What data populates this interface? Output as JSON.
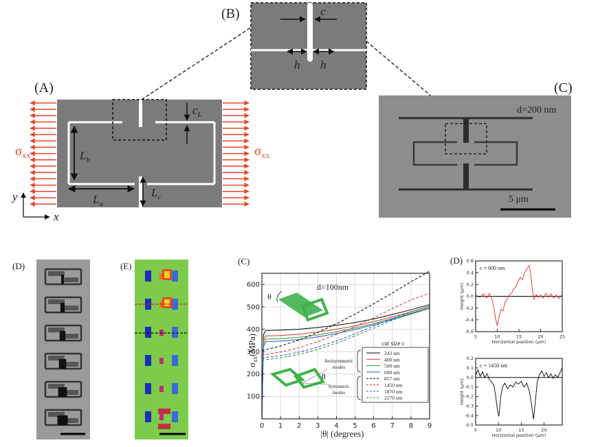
{
  "panels": {
    "a": {
      "label": "(A)",
      "sigma": "σ",
      "sigma_sub": "xx",
      "axis_y": "y",
      "axis_x": "x",
      "dims": [
        {
          "main": "L",
          "sub": "b"
        },
        {
          "main": "L",
          "sub": "a"
        },
        {
          "main": "L",
          "sub": "c"
        },
        {
          "main": "c",
          "sub": "L"
        }
      ]
    },
    "b": {
      "label": "(B)",
      "c": "c",
      "h": "h"
    },
    "c_top": {
      "label": "(C)",
      "thickness": "d=200 nm",
      "scale": "5 μm"
    },
    "d_left": {
      "label": "(D)"
    },
    "e": {
      "label": "(E)"
    },
    "c_plot": {
      "label": "(C)"
    },
    "d_right": {
      "label": "(D)"
    }
  },
  "colors": {
    "sample": "#7b7b7b",
    "arrow": "#e8462a",
    "green": "#3fb34a"
  },
  "chart_data": [
    {
      "type": "line",
      "title": "d=100nm",
      "xlabel": "|θ| (degrees)",
      "ylabel": "σxx(MPa)",
      "ylabel_main": "σ",
      "ylabel_sub": "xx",
      "ylabel_unit": "(MPa)",
      "xlim": [
        0,
        9
      ],
      "ylim": [
        0,
        650
      ],
      "xticks": [
        0,
        1,
        2,
        3,
        4,
        5,
        6,
        7,
        8,
        9
      ],
      "yticks": [
        100,
        200,
        300,
        400,
        500,
        600
      ],
      "legend_title": "cut size c",
      "legend_groups": [
        {
          "label_lines": [
            "Antisymmetric",
            "modes"
          ]
        },
        {
          "label_lines": [
            "Symmetric",
            "modes"
          ]
        }
      ],
      "theta_label": "θ",
      "series": [
        {
          "name": "243 nm",
          "color": "#000000",
          "dash": false,
          "points": [
            [
              0,
              0
            ],
            [
              0.08,
              375
            ],
            [
              0.2,
              394
            ],
            [
              1,
              396
            ],
            [
              2,
              400
            ],
            [
              3,
              408
            ],
            [
              4,
              418
            ],
            [
              5,
              430
            ],
            [
              6,
              446
            ],
            [
              7,
              466
            ],
            [
              8,
              487
            ],
            [
              9,
              510
            ]
          ]
        },
        {
          "name": "400 nm",
          "color": "#e03020",
          "dash": false,
          "points": [
            [
              0,
              0
            ],
            [
              0.08,
              350
            ],
            [
              0.2,
              370
            ],
            [
              1,
              372
            ],
            [
              2,
              378
            ],
            [
              3,
              388
            ],
            [
              4,
              400
            ],
            [
              5,
              415
            ],
            [
              6,
              434
            ],
            [
              7,
              455
            ],
            [
              8,
              478
            ],
            [
              9,
              503
            ]
          ]
        },
        {
          "name": "500 nm",
          "color": "#2a9a2a",
          "dash": false,
          "points": [
            [
              0,
              0
            ],
            [
              0.08,
              335
            ],
            [
              0.2,
              356
            ],
            [
              1,
              358
            ],
            [
              2,
              364
            ],
            [
              3,
              375
            ],
            [
              4,
              389
            ],
            [
              5,
              406
            ],
            [
              6,
              426
            ],
            [
              7,
              448
            ],
            [
              8,
              472
            ],
            [
              9,
              497
            ]
          ]
        },
        {
          "name": "600 nm",
          "color": "#2050c8",
          "dash": false,
          "points": [
            [
              0,
              0
            ],
            [
              0.08,
              322
            ],
            [
              0.2,
              344
            ],
            [
              1,
              347
            ],
            [
              2,
              354
            ],
            [
              3,
              366
            ],
            [
              4,
              381
            ],
            [
              5,
              399
            ],
            [
              6,
              420
            ],
            [
              7,
              443
            ],
            [
              8,
              468
            ],
            [
              9,
              493
            ]
          ]
        },
        {
          "name": "857 nm",
          "color": "#000000",
          "dash": true,
          "points": [
            [
              0,
              305
            ],
            [
              1,
              325
            ],
            [
              2,
              352
            ],
            [
              3,
              386
            ],
            [
              4,
              425
            ],
            [
              5,
              468
            ],
            [
              6,
              514
            ],
            [
              7,
              562
            ],
            [
              8,
              612
            ],
            [
              9,
              660
            ]
          ]
        },
        {
          "name": "1450 nm",
          "color": "#e03020",
          "dash": true,
          "points": [
            [
              0,
              285
            ],
            [
              1,
              298
            ],
            [
              2,
              318
            ],
            [
              3,
              345
            ],
            [
              4,
              377
            ],
            [
              5,
              412
            ],
            [
              6,
              451
            ],
            [
              7,
              492
            ],
            [
              8,
              532
            ],
            [
              9,
              560
            ]
          ]
        },
        {
          "name": "1870 nm",
          "color": "#2050c8",
          "dash": true,
          "points": [
            [
              0,
              272
            ],
            [
              1,
              282
            ],
            [
              2,
              298
            ],
            [
              3,
              320
            ],
            [
              4,
              348
            ],
            [
              5,
              380
            ],
            [
              6,
              414
            ],
            [
              7,
              448
            ],
            [
              8,
              478
            ],
            [
              9,
              503
            ]
          ]
        },
        {
          "name": "2270 nm",
          "color": "#2a9a2a",
          "dash": true,
          "points": [
            [
              0,
              262
            ],
            [
              1,
              272
            ],
            [
              2,
              288
            ],
            [
              3,
              310
            ],
            [
              4,
              338
            ],
            [
              5,
              370
            ],
            [
              6,
              405
            ],
            [
              7,
              440
            ],
            [
              8,
              470
            ],
            [
              9,
              493
            ]
          ]
        }
      ]
    },
    {
      "type": "line",
      "title": "c = 600 nm",
      "xlabel": "Horizontal position (μm)",
      "ylabel": "Height (μm)",
      "xlim": [
        5,
        25
      ],
      "ylim": [
        -0.6,
        0.6
      ],
      "xticks": [
        5,
        10,
        15,
        20,
        25
      ],
      "yticks": [
        -0.6,
        -0.4,
        -0.2,
        0.0,
        0.2,
        0.4,
        0.6
      ],
      "ytick_labels": [
        "-0.6",
        "-0.4",
        "-0.2",
        "0.0",
        "0.2",
        "0.4",
        "0.6"
      ],
      "series": [
        {
          "color": "#e03020",
          "points": [
            [
              5,
              0.02
            ],
            [
              6,
              -0.02
            ],
            [
              6.8,
              0.04
            ],
            [
              7.5,
              -0.03
            ],
            [
              8.2,
              0.05
            ],
            [
              8.8,
              -0.06
            ],
            [
              9.2,
              -0.2
            ],
            [
              9.6,
              -0.38
            ],
            [
              10,
              -0.5
            ],
            [
              10.4,
              -0.35
            ],
            [
              10.9,
              -0.22
            ],
            [
              11.3,
              -0.25
            ],
            [
              11.8,
              -0.1
            ],
            [
              12.3,
              -0.05
            ],
            [
              12.8,
              0.03
            ],
            [
              13.3,
              0.05
            ],
            [
              13.8,
              0.13
            ],
            [
              14.3,
              0.16
            ],
            [
              14.8,
              0.25
            ],
            [
              15.3,
              0.32
            ],
            [
              15.8,
              0.28
            ],
            [
              16.3,
              0.4
            ],
            [
              16.8,
              0.46
            ],
            [
              17.3,
              0.52
            ],
            [
              17.7,
              0.4
            ],
            [
              18.1,
              0.1
            ],
            [
              18.5,
              -0.05
            ],
            [
              19,
              0.03
            ],
            [
              19.5,
              -0.02
            ],
            [
              20,
              0.02
            ],
            [
              20.6,
              -0.03
            ],
            [
              21.2,
              0.05
            ],
            [
              21.8,
              -0.02
            ],
            [
              22.4,
              0.04
            ],
            [
              23,
              -0.03
            ],
            [
              23.6,
              0.02
            ],
            [
              24.2,
              -0.04
            ],
            [
              25,
              0.03
            ]
          ]
        }
      ]
    },
    {
      "type": "line",
      "title": "c = 1450 nm",
      "xlabel": "Horizontal position (μm)",
      "ylabel": "Height (μm)",
      "xlim": [
        5,
        24
      ],
      "ylim": [
        -0.5,
        0.2
      ],
      "xticks": [
        5,
        10,
        15,
        20
      ],
      "yticks": [
        -0.5,
        -0.4,
        -0.3,
        -0.2,
        -0.1,
        0.0,
        0.1,
        0.2
      ],
      "ytick_labels": [
        "-0.5",
        "-0.4",
        "-0.3",
        "-0.2",
        "-0.1",
        "0.0",
        "0.1",
        "0.2"
      ],
      "series": [
        {
          "color": "#000000",
          "points": [
            [
              5,
              0.02
            ],
            [
              5.5,
              0.08
            ],
            [
              6,
              0.01
            ],
            [
              6.5,
              0.06
            ],
            [
              7,
              0
            ],
            [
              7.5,
              0.04
            ],
            [
              8,
              -0.02
            ],
            [
              8.5,
              -0.05
            ],
            [
              9,
              -0.08
            ],
            [
              9.4,
              -0.2
            ],
            [
              9.8,
              -0.35
            ],
            [
              10.1,
              -0.41
            ],
            [
              10.5,
              -0.2
            ],
            [
              10.9,
              -0.1
            ],
            [
              11.4,
              -0.06
            ],
            [
              12,
              -0.12
            ],
            [
              12.6,
              -0.08
            ],
            [
              13.2,
              -0.1
            ],
            [
              13.8,
              -0.05
            ],
            [
              14.4,
              -0.07
            ],
            [
              15,
              -0.04
            ],
            [
              15.6,
              -0.1
            ],
            [
              16.2,
              -0.06
            ],
            [
              16.8,
              -0.15
            ],
            [
              17.3,
              -0.3
            ],
            [
              17.7,
              -0.44
            ],
            [
              18.1,
              -0.25
            ],
            [
              18.5,
              -0.05
            ],
            [
              19,
              0.03
            ],
            [
              19.5,
              0.07
            ],
            [
              20,
              0.01
            ],
            [
              20.5,
              0.05
            ],
            [
              21,
              0
            ],
            [
              21.5,
              0.04
            ],
            [
              22,
              -0.01
            ],
            [
              22.5,
              0.03
            ],
            [
              23,
              0
            ],
            [
              23.5,
              0.05
            ],
            [
              24,
              0.1
            ]
          ]
        }
      ]
    }
  ]
}
